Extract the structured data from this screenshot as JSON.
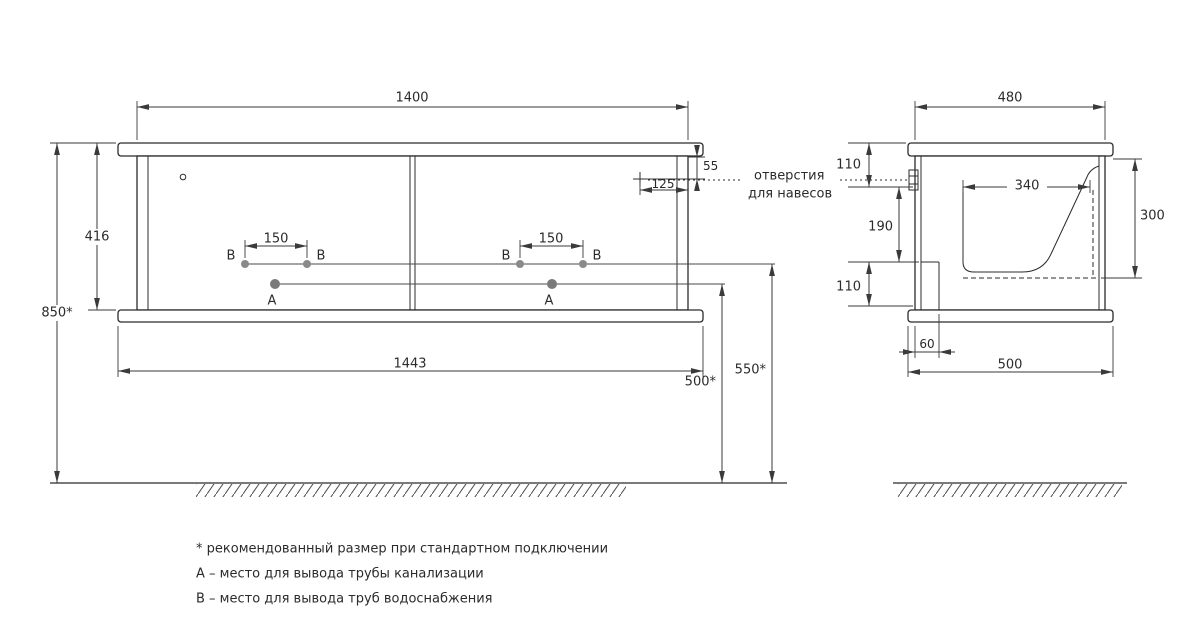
{
  "front_view": {
    "dims": {
      "top_width": "1400",
      "body_height": "416",
      "total_height": "850*",
      "hole_offset_v": "55",
      "hole_offset_h": "125",
      "b_spacing_left": "150",
      "b_spacing_right": "150",
      "bottom_width": "1443",
      "drain_height": "500*",
      "supply_height": "550*"
    },
    "labels": {
      "a": "A",
      "b": "B",
      "hanger_line1": "отверстия",
      "hanger_line2": "для навесов"
    }
  },
  "side_view": {
    "dims": {
      "top_width": "480",
      "seg_top": "110",
      "seg_mid": "190",
      "seg_bottom": "110",
      "basin_width": "340",
      "basin_depth": "300",
      "back_gap": "60",
      "bottom_width": "500"
    }
  },
  "legend": {
    "note_recommended": "* рекомендованный размер при стандартном подключении",
    "note_a": "A – место для вывода трубы канализации",
    "note_b": "B – место для вывода труб водоснабжения"
  },
  "colors": {
    "line": "#2b2b2b",
    "dim": "#3a3a3a",
    "marker_dot": "#8a8a8a"
  }
}
